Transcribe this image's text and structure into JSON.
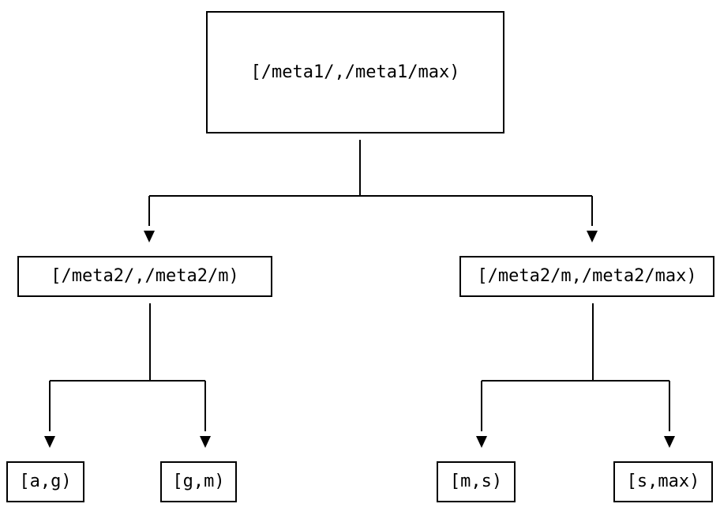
{
  "diagram": {
    "colors": {
      "background": "#ffffff",
      "node_border": "#000000",
      "node_fill": "#ffffff",
      "text": "#000000",
      "line": "#000000"
    },
    "root": {
      "label": "[/meta1/,/meta1/max)",
      "children": [
        {
          "label": "[/meta2/,/meta2/m)",
          "children": [
            {
              "label": "[a,g)"
            },
            {
              "label": "[g,m)"
            }
          ]
        },
        {
          "label": "[/meta2/m,/meta2/max)",
          "children": [
            {
              "label": "[m,s)"
            },
            {
              "label": "[s,max)"
            }
          ]
        }
      ]
    }
  }
}
